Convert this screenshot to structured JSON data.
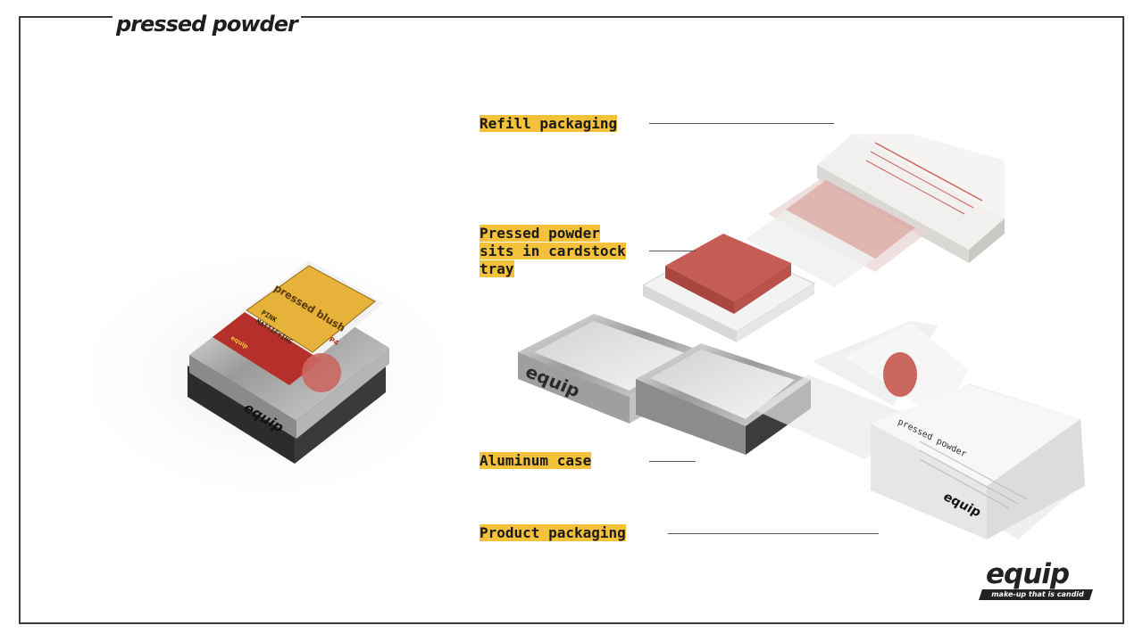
{
  "header": {
    "title": "pressed powder"
  },
  "callouts": {
    "refill": "Refill packaging",
    "tray": "Pressed powder sits in cardstock tray",
    "case": "Aluminum case",
    "product": "Product packaging"
  },
  "tin_label": {
    "title": "pressed blush",
    "shade": "PINK",
    "finish": "MATTIFYING",
    "brand_band": "equip",
    "code": "P4",
    "lid_brand": "equip"
  },
  "box_label": {
    "title": "pressed powder",
    "brand": "equip"
  },
  "brand": {
    "logo": "equip",
    "tagline": "make-up that is candid"
  },
  "colors": {
    "accent_highlight": "#f3c13a",
    "blush": "#c9675f",
    "label_red": "#b5302a",
    "frame": "#3a3a3a"
  }
}
